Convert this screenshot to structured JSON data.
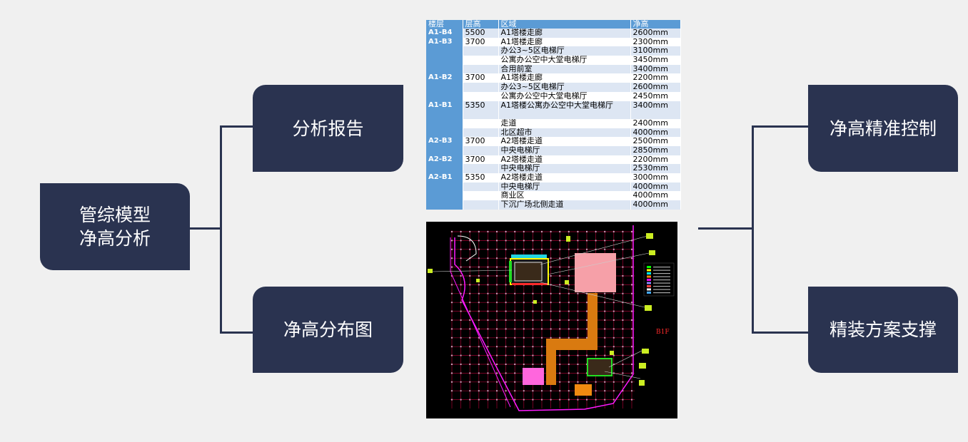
{
  "nodes": {
    "root": [
      "管综模型",
      "净高分析"
    ],
    "report": "分析报告",
    "distribution": "净高分布图",
    "precise_control": "净高精准控制",
    "finishing_support": "精装方案支撑"
  },
  "table": {
    "headers": [
      "楼层",
      "层高",
      "区域",
      "净高"
    ],
    "rows": [
      {
        "floor": "A1-B4",
        "height": "5500",
        "area": "A1塔楼走廊",
        "clear": "2600mm"
      },
      {
        "floor": "A1-B3",
        "height": "3700",
        "area": "A1塔楼走廊",
        "clear": "2300mm"
      },
      {
        "floor": "",
        "height": "",
        "area": "办公3~5区电梯厅",
        "clear": "3100mm"
      },
      {
        "floor": "",
        "height": "",
        "area": "公寓办公空中大堂电梯厅",
        "clear": "3450mm"
      },
      {
        "floor": "",
        "height": "",
        "area": "合用前室",
        "clear": "3400mm"
      },
      {
        "floor": "A1-B2",
        "height": "3700",
        "area": "A1塔楼走廊",
        "clear": "2200mm"
      },
      {
        "floor": "",
        "height": "",
        "area": "办公3~5区电梯厅",
        "clear": "2600mm"
      },
      {
        "floor": "",
        "height": "",
        "area": "公寓办公空中大堂电梯厅",
        "clear": "2450mm"
      },
      {
        "floor": "A1-B1",
        "height": "5350",
        "area": "A1塔楼公寓办公空中大堂电梯厅",
        "clear": "3400mm"
      },
      {
        "floor": "",
        "height": "",
        "area": "走道",
        "clear": "2400mm"
      },
      {
        "floor": "",
        "height": "",
        "area": "北区超市",
        "clear": "4000mm"
      },
      {
        "floor": "A2-B3",
        "height": "3700",
        "area": "A2塔楼走道",
        "clear": "2500mm"
      },
      {
        "floor": "",
        "height": "",
        "area": "中央电梯厅",
        "clear": "2850mm"
      },
      {
        "floor": "A2-B2",
        "height": "3700",
        "area": "A2塔楼走道",
        "clear": "2200mm"
      },
      {
        "floor": "",
        "height": "",
        "area": "中央电梯厅",
        "clear": "2530mm"
      },
      {
        "floor": "A2-B1",
        "height": "5350",
        "area": "A2塔楼走道",
        "clear": "3000mm"
      },
      {
        "floor": "",
        "height": "",
        "area": "中央电梯厅",
        "clear": "4000mm"
      },
      {
        "floor": "",
        "height": "",
        "area": "商业区",
        "clear": "4000mm"
      },
      {
        "floor": "",
        "height": "",
        "area": "下沉广场北侧走道",
        "clear": "4000mm"
      }
    ]
  },
  "cad_drawing": {
    "floor_label": "B1F",
    "colors": {
      "background": "#000000",
      "grid": "#c8003c",
      "boundary": "#ff1aff",
      "corridor": "#d97a10",
      "block": "#f6a0a8"
    }
  },
  "colors": {
    "node_fill": "#2a3350",
    "connector": "#2a3350",
    "page_bg": "#f0f0f0",
    "table_header": "#5b9bd5"
  }
}
